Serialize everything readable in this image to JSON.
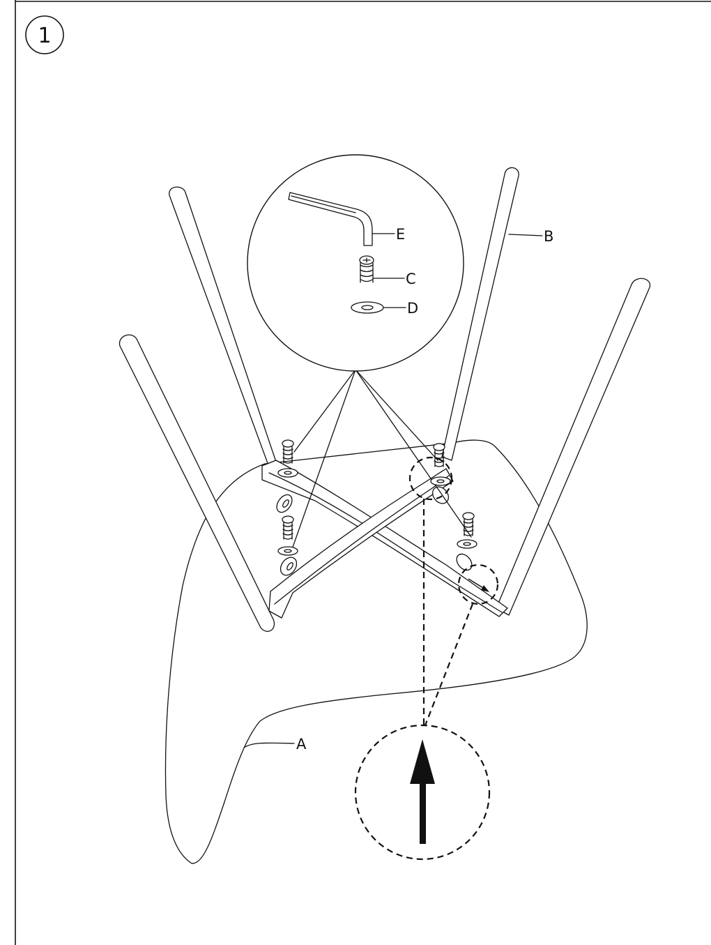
{
  "step": {
    "number": "1"
  },
  "parts": {
    "A": "A",
    "B": "B",
    "C": "C",
    "D": "D",
    "E": "E"
  }
}
